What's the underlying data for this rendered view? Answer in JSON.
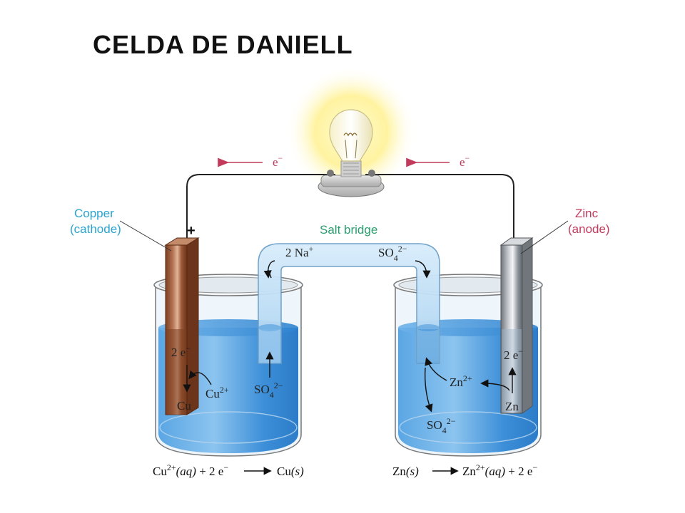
{
  "title": "CELDA DE DANIELL",
  "colors": {
    "copper": "#8a4b2c",
    "zinc": "#8e949b",
    "solution": "#3c8fd6",
    "electron_arrow": "#c23a5c",
    "cathode_label": "#2aa3cf",
    "anode_label": "#c23a5c",
    "salt_bridge_label": "#2b9e6f",
    "bulb_glow": "#fff3a0"
  },
  "icons": [
    "light-bulb-icon",
    "electron-flow-arrow-icon",
    "positive-terminal-icon"
  ],
  "labels": {
    "electron_left": "e",
    "electron_right": "e",
    "electron_superscript": "−",
    "copper": "Copper",
    "cathode": "(cathode)",
    "zinc": "Zinc",
    "anode": "(anode)",
    "plus": "+",
    "salt_bridge": "Salt bridge",
    "na_ion": "2 Na",
    "na_charge": "+",
    "so4_bridge": "SO",
    "so4_sub": "4",
    "so4_charge": "2−",
    "cu_electrons": "2 e",
    "cu_electrons_sup": "−",
    "cu_metal": "Cu",
    "cu_ion": "Cu",
    "cu_ion_charge": "2+",
    "so4_left": "SO",
    "so4_left_sub": "4",
    "so4_left_charge": "2−",
    "zn_electrons": "2 e",
    "zn_electrons_sup": "−",
    "zn_metal": "Zn",
    "zn_ion": "Zn",
    "zn_ion_charge": "2+",
    "so4_right": "SO",
    "so4_right_sub": "4",
    "so4_right_charge": "2−"
  },
  "equations": {
    "cathode": {
      "a": "Cu",
      "a_sup": "2+",
      "a_state": "(aq)",
      "mid": " + 2 e",
      "mid_sup": "−",
      "product": "Cu",
      "product_state": "(s)"
    },
    "anode": {
      "a": "Zn",
      "a_state": "(s)",
      "product": "Zn",
      "product_sup": "2+",
      "product_state": "(aq)",
      "tail": " + 2 e",
      "tail_sup": "−"
    }
  }
}
